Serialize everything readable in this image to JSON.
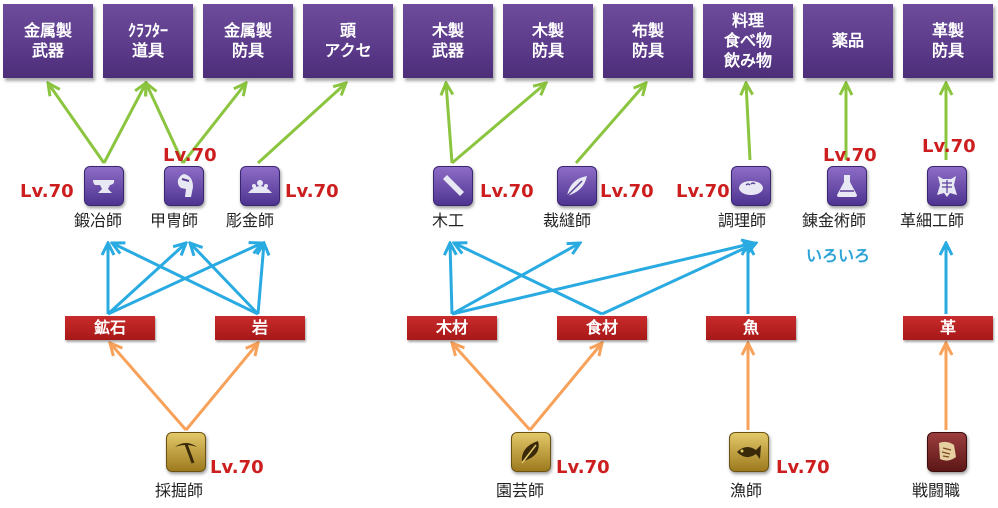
{
  "categories": [
    {
      "id": "metal-weapons",
      "label": "金属製\n武器"
    },
    {
      "id": "crafter-tools",
      "label": "ｸﾗﾌﾀｰ\n道具"
    },
    {
      "id": "metal-armor",
      "label": "金属製\n防具"
    },
    {
      "id": "head-accessories",
      "label": "頭\nアクセ"
    },
    {
      "id": "wood-weapons",
      "label": "木製\n武器"
    },
    {
      "id": "wood-armor",
      "label": "木製\n防具"
    },
    {
      "id": "cloth-armor",
      "label": "布製\n防具"
    },
    {
      "id": "cooking",
      "label": "料理\n食べ物\n飲み物"
    },
    {
      "id": "medicine",
      "label": "薬品"
    },
    {
      "id": "leather-armor",
      "label": "革製\n防具"
    }
  ],
  "crafters": [
    {
      "id": "blacksmith",
      "name": "鍛冶師",
      "level": "Lv.70",
      "icon": "anvil-icon"
    },
    {
      "id": "armorer",
      "name": "甲冑師",
      "level": "Lv.70",
      "icon": "helmet-icon"
    },
    {
      "id": "goldsmith",
      "name": "彫金師",
      "level": "Lv.70",
      "icon": "tiara-icon"
    },
    {
      "id": "carpenter",
      "name": "木工",
      "level": "Lv.70",
      "icon": "plank-icon"
    },
    {
      "id": "weaver",
      "name": "裁縫師",
      "level": "Lv.70",
      "icon": "feather-needle-icon"
    },
    {
      "id": "culinarian",
      "name": "調理師",
      "level": "Lv.70",
      "icon": "bread-icon"
    },
    {
      "id": "alchemist",
      "name": "錬金術師",
      "level": "Lv.70",
      "icon": "flask-icon"
    },
    {
      "id": "leatherworker",
      "name": "革細工師",
      "level": "Lv.70",
      "icon": "leather-icon"
    }
  ],
  "materials": [
    {
      "id": "ore",
      "label": "鉱石"
    },
    {
      "id": "rock",
      "label": "岩"
    },
    {
      "id": "lumber",
      "label": "木材"
    },
    {
      "id": "ingredients",
      "label": "食材"
    },
    {
      "id": "fish",
      "label": "魚"
    },
    {
      "id": "leather",
      "label": "革"
    }
  ],
  "gatherers": [
    {
      "id": "miner",
      "name": "採掘師",
      "level": "Lv.70",
      "icon": "pickaxe-icon"
    },
    {
      "id": "botanist",
      "name": "園芸師",
      "level": "Lv.70",
      "icon": "leaf-icon"
    },
    {
      "id": "fisher",
      "name": "漁師",
      "level": "Lv.70",
      "icon": "fish-icon"
    },
    {
      "id": "fighter",
      "name": "戦闘職",
      "level": "",
      "icon": "scroll-icon"
    }
  ],
  "notes": {
    "alchemist_sources": "いろいろ"
  },
  "colors": {
    "category_bg": "#5b3a8a",
    "material_bg": "#b21f1f",
    "level_text": "#cc1e1e",
    "crafter_to_category_arrow": "#8bc53f",
    "material_to_crafter_arrow": "#29abe2",
    "gatherer_to_material_arrow": "#f7a15a",
    "note_text": "#2aa2d8"
  }
}
